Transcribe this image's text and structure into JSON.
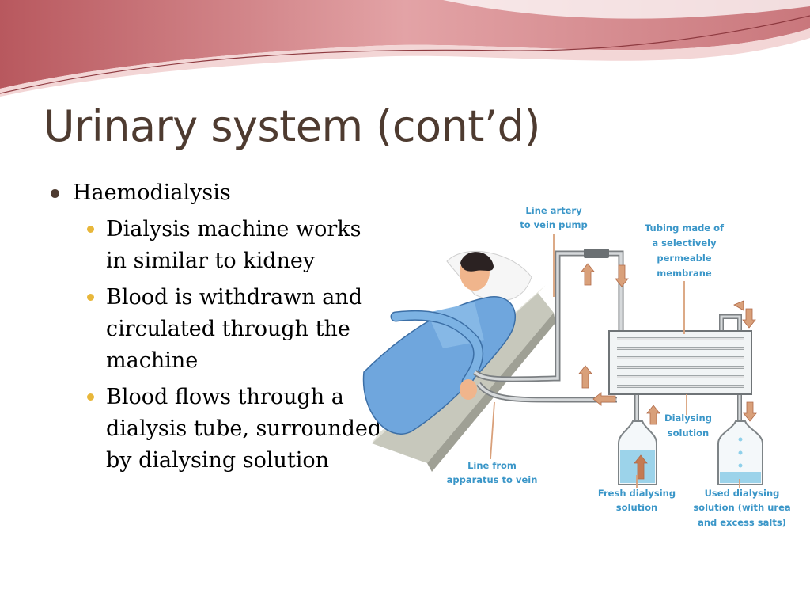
{
  "title": "Urinary system (cont’d)",
  "bullets": {
    "level1": "Haemodialysis",
    "level2": [
      [
        "Dialysis machine works",
        "in similar to kidney"
      ],
      [
        "Blood is withdrawn and",
        "circulated through the",
        "machine"
      ],
      [
        "Blood flows through a",
        "dialysis tube, surrounded",
        "by dialysing solution"
      ]
    ]
  },
  "diagram": {
    "labels": {
      "line_artery": [
        "Line artery",
        "to vein pump"
      ],
      "tubing": [
        "Tubing made of",
        "a selectively",
        "permeable",
        "membrane"
      ],
      "dialysing": [
        "Dialysing",
        "solution"
      ],
      "line_from": [
        "Line from",
        "apparatus to vein"
      ],
      "fresh": [
        "Fresh dialysing",
        "solution"
      ],
      "used": [
        "Used dialysing",
        "solution (with urea",
        "and excess salts)"
      ]
    }
  },
  "colors": {
    "title": "#4e3b30",
    "bullet_primary": "#4e3b30",
    "bullet_secondary": "#e8b73a",
    "header_band": "#d98a8e",
    "label_text": "#3a96c8"
  }
}
